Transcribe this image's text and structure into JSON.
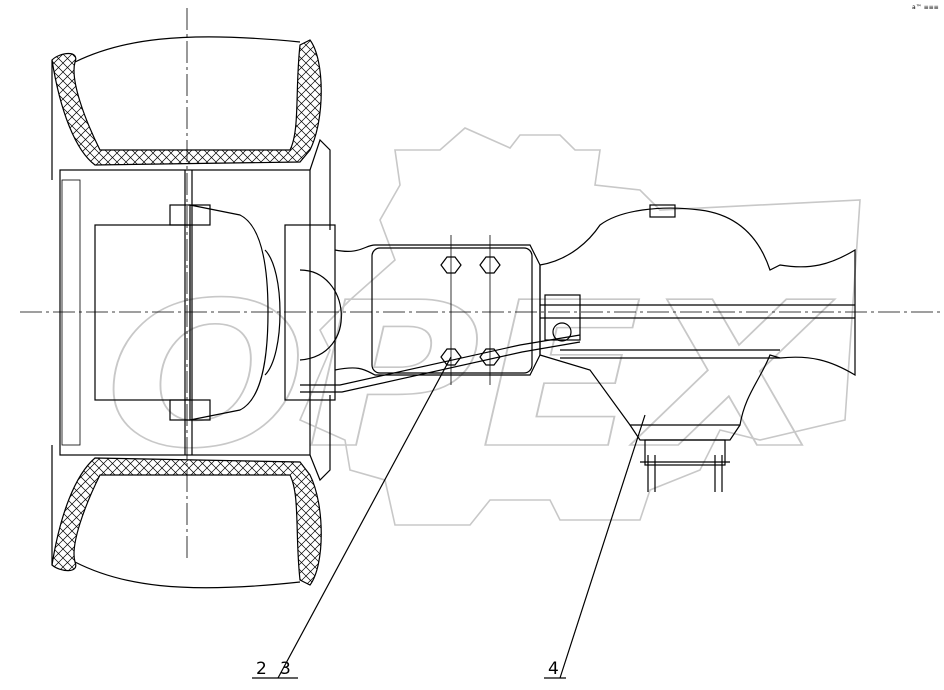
{
  "callouts": {
    "label_a": "2",
    "label_b": "3",
    "label_c": "4"
  },
  "corner_mark": "a™ ≡≡≡",
  "watermark": {
    "text": "OPEX",
    "color": "#c8c8c8"
  },
  "colors": {
    "ink": "#000000",
    "background": "#ffffff"
  }
}
